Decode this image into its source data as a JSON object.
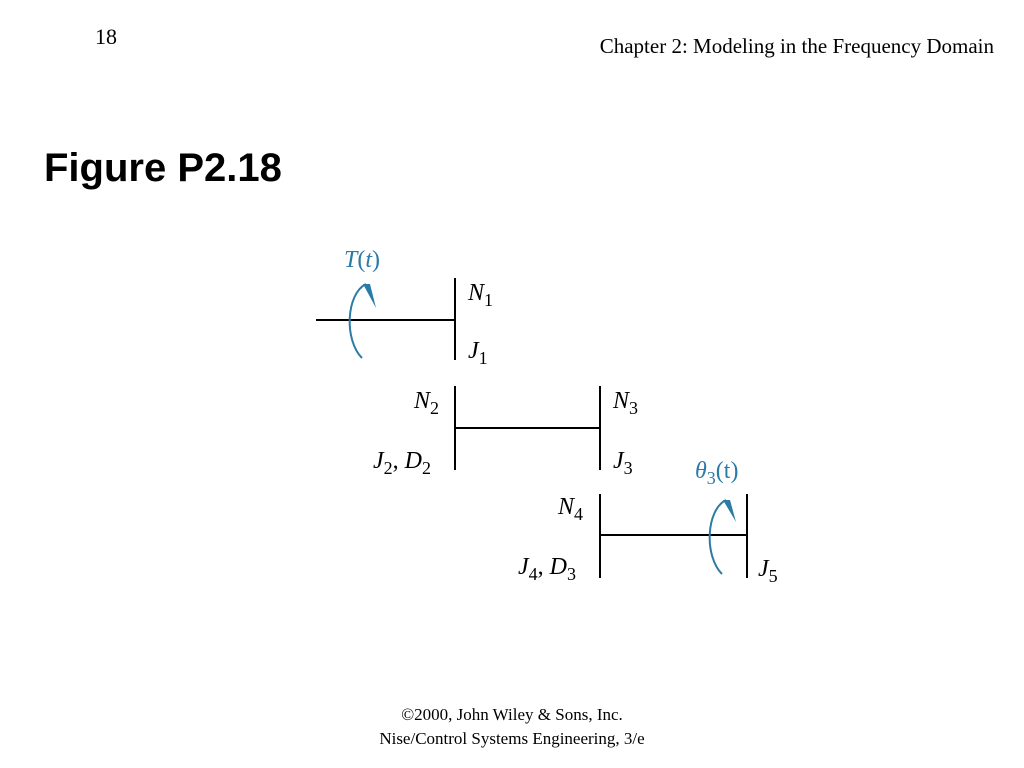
{
  "header": {
    "page_number": "18",
    "chapter_title": "Chapter 2: Modeling in the Frequency Domain"
  },
  "figure": {
    "title": "Figure P2.18",
    "colors": {
      "line": "#000000",
      "accent": "#2a7ba6"
    },
    "labels": {
      "torque": {
        "main": "T",
        "open": "(",
        "arg": "t",
        "close": ")"
      },
      "n1": {
        "main": "N",
        "sub": "1"
      },
      "j1": {
        "main": "J",
        "sub": "1"
      },
      "n2": {
        "main": "N",
        "sub": "2"
      },
      "j2d2": {
        "main1": "J",
        "sub1": "2",
        "sep": ", ",
        "main2": "D",
        "sub2": "2"
      },
      "n3": {
        "main": "N",
        "sub": "3"
      },
      "j3": {
        "main": "J",
        "sub": "3"
      },
      "theta3": {
        "main": "θ",
        "sub": "3",
        "rest": "(t)"
      },
      "n4": {
        "main": "N",
        "sub": "4"
      },
      "j4d3": {
        "main1": "J",
        "sub1": "4",
        "sep": ", ",
        "main2": "D",
        "sub2": "3"
      },
      "j5": {
        "main": "J",
        "sub": "5"
      }
    }
  },
  "footer": {
    "line1": "©2000, John Wiley & Sons, Inc.",
    "line2": "Nise/Control Systems Engineering, 3/e"
  }
}
